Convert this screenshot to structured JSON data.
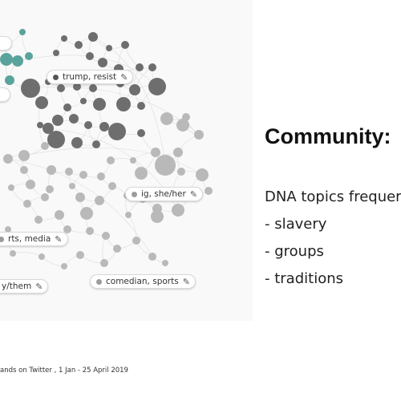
{
  "graph": {
    "node_color_default": "#6e6e6e",
    "node_color_light": "#b9b9b9",
    "node_color_highlight": "#5aa39c",
    "edge_color": "#dcdcdc",
    "labels": [
      {
        "id": "top-left",
        "text": "",
        "dot_color": "#ffffff"
      },
      {
        "id": "trump-resist",
        "text": "trump, resist",
        "dot_color": "#555555"
      },
      {
        "id": "left-edge",
        "text": "",
        "dot_color": "#ffffff"
      },
      {
        "id": "ig-sheher",
        "text": "ig, she/her",
        "dot_color": "#9b9b9b"
      },
      {
        "id": "sports-media",
        "text": "rts, media",
        "dot_color": "#9b9b9b"
      },
      {
        "id": "they-them",
        "text": "y/them",
        "dot_color": "#9b9b9b"
      },
      {
        "id": "comedian-sports",
        "text": "comedian, sports",
        "dot_color": "#9b9b9b"
      }
    ],
    "edit_icon": "pencil-icon"
  },
  "panel": {
    "title": "Community:",
    "heading": "DNA topics frequer",
    "items": [
      "- slavery",
      "- groups",
      "- traditions"
    ]
  },
  "footer": {
    "caption": "ands on Twitter , 1 Jan - 25 April 2019"
  }
}
